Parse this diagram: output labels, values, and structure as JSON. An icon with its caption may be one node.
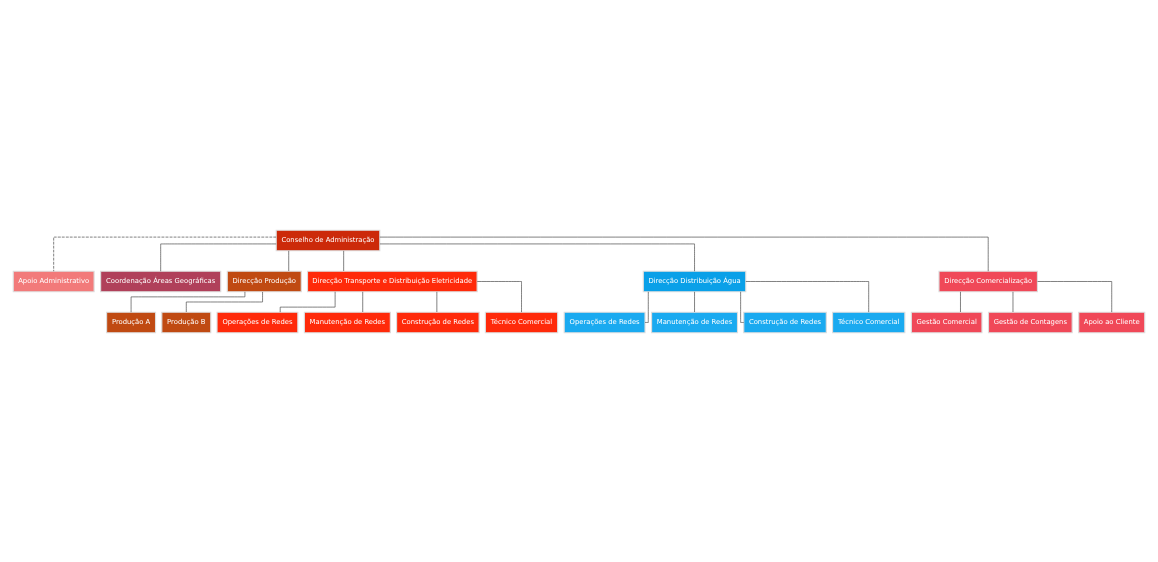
{
  "diagram": {
    "nodes": [
      {
        "text": [
          "Conselho de Administração"
        ]
      },
      {
        "text": [
          "Apoio Administrativo"
        ]
      },
      {
        "text": [
          "Coordenação Áreas Geográficas"
        ]
      },
      {
        "text": [
          "Direcção Produção"
        ]
      },
      {
        "text": [
          "Direcção Transporte e Distribuição Eletricidade"
        ]
      },
      {
        "text": [
          "Direcção Distribuição Água"
        ]
      },
      {
        "text": [
          "Direcção Comercialização"
        ]
      },
      {
        "text": [
          "Produção A"
        ]
      },
      {
        "text": [
          "Produção B"
        ]
      },
      {
        "text": [
          "Operações de Redes"
        ]
      },
      {
        "text": [
          "Manutenção de Redes"
        ]
      },
      {
        "text": [
          "Construção de Redes"
        ]
      },
      {
        "text": [
          "Técnico Comercial"
        ]
      },
      {
        "text": [
          "Operações de Redes"
        ]
      },
      {
        "text": [
          "Manutenção de Redes"
        ]
      },
      {
        "text": [
          "Construção de Redes"
        ]
      },
      {
        "text": [
          "Técnico Comercial"
        ]
      },
      {
        "text": [
          "Gestão Comercial"
        ]
      },
      {
        "text": [
          "Gestão de Contagens"
        ]
      },
      {
        "text": [
          "Apoio ao Cliente"
        ]
      }
    ],
    "edges": [
      {
        "from": 0,
        "to": 1,
        "arrow": "none",
        "style": "dashed"
      },
      {
        "from": 0,
        "to": 2,
        "arrow": "none"
      },
      {
        "from": 0,
        "to": 3,
        "arrow": "none"
      },
      {
        "from": 0,
        "to": 4,
        "arrow": "none"
      },
      {
        "from": 0,
        "to": 5,
        "arrow": "none"
      },
      {
        "from": 0,
        "to": 6,
        "arrow": "none"
      },
      {
        "from": 3,
        "to": 7,
        "arrow": "none"
      },
      {
        "from": 3,
        "to": 8,
        "arrow": "none"
      },
      {
        "from": 4,
        "to": 9,
        "arrow": "none"
      },
      {
        "from": 4,
        "to": 10,
        "arrow": "none"
      },
      {
        "from": 4,
        "to": 11,
        "arrow": "none"
      },
      {
        "from": 4,
        "to": 12,
        "arrow": "none"
      },
      {
        "from": 5,
        "to": 13,
        "arrow": "none"
      },
      {
        "from": 5,
        "to": 14,
        "arrow": "none"
      },
      {
        "from": 5,
        "to": 15,
        "arrow": "none"
      },
      {
        "from": 5,
        "to": 16,
        "arrow": "none"
      },
      {
        "from": 6,
        "to": 17,
        "arrow": "none"
      },
      {
        "from": 6,
        "to": 18,
        "arrow": "none"
      },
      {
        "from": 6,
        "to": 19,
        "arrow": "none"
      }
    ]
  }
}
